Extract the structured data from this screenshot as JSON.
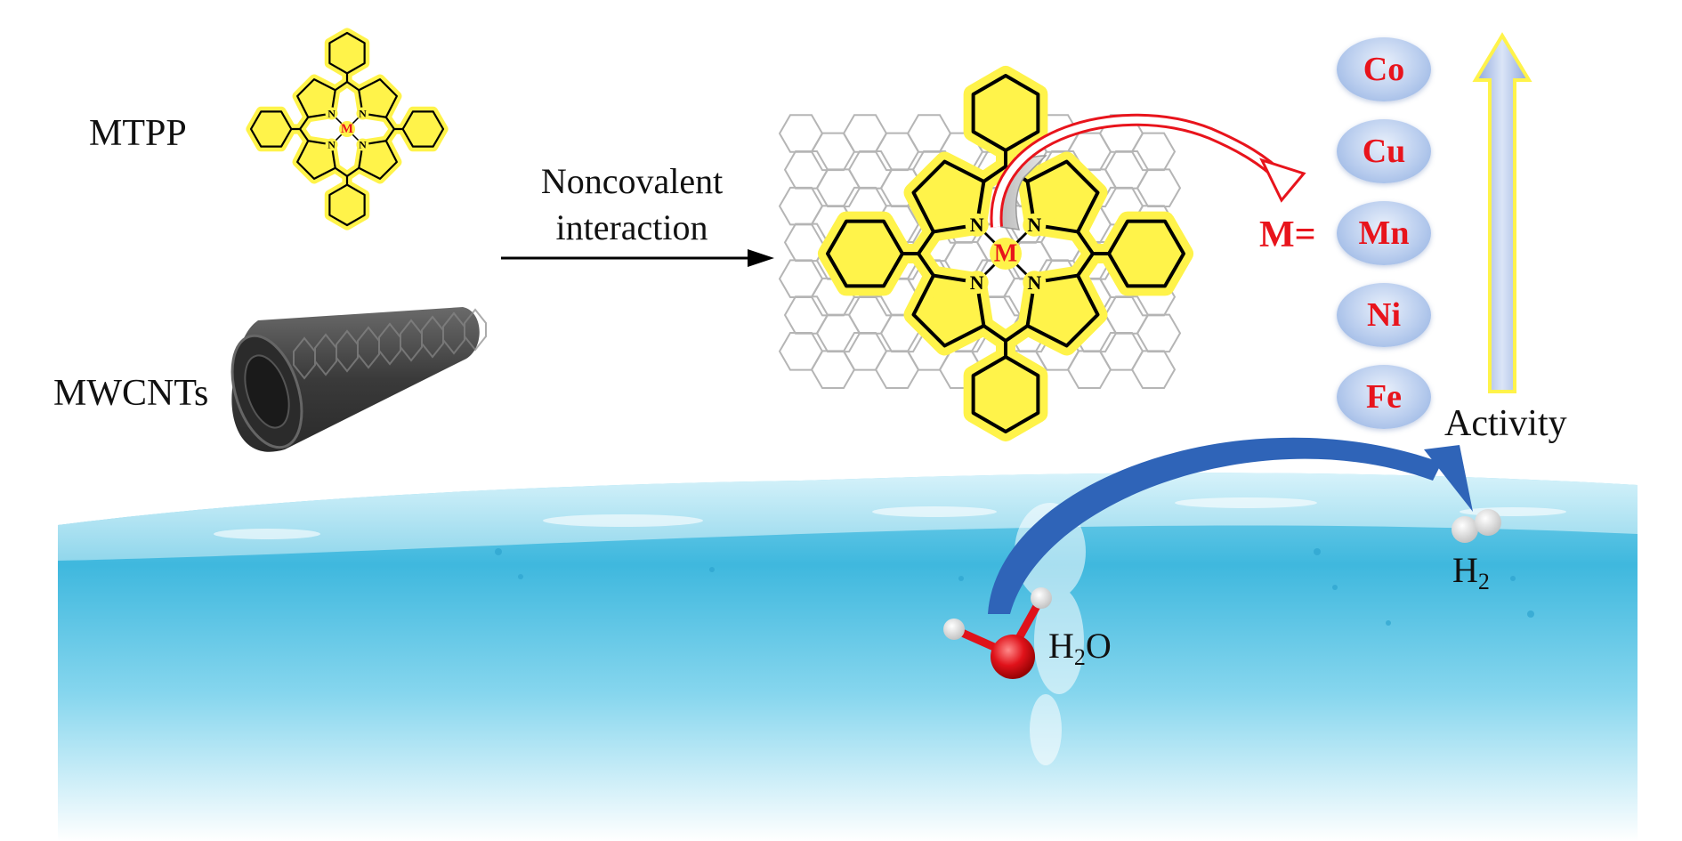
{
  "labels": {
    "mtpp": "MTPP",
    "mwcnts": "MWCNTs",
    "arrow_line1": "Noncovalent",
    "arrow_line2": "interaction",
    "m_equals": "M=",
    "activity": "Activity",
    "h2o_main": "H",
    "h2o_sub": "2",
    "h2o_tail": "O",
    "h2_main": "H",
    "h2_sub": "2",
    "center_metal": "M",
    "small_metal": "M",
    "nitrogen": "N"
  },
  "metals": [
    "Co",
    "Cu",
    "Mn",
    "Ni",
    "Fe"
  ],
  "colors": {
    "porphyrin_highlight": "#fff34a",
    "metal_text": "#e8141c",
    "metal_ball": "#b9cdee",
    "water_light": "#c9eef7",
    "water_deep": "#35b6dc",
    "curved_arrow": "#2f64b8",
    "activity_arrow": "#b7c8ea",
    "activity_arrow_outline": "#fff34a",
    "nanotube": "#4a4a4a",
    "graphene": "#bbbbbb"
  }
}
